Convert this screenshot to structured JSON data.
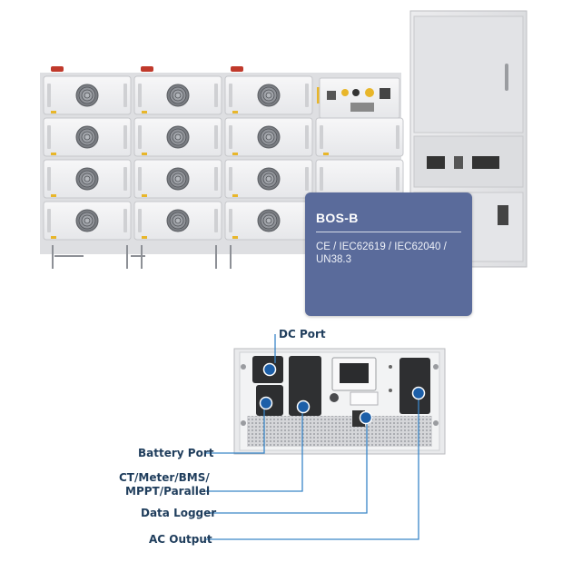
{
  "product": {
    "model": "BOS-B",
    "certifications": "CE / IEC62619 / IEC62040 / UN38.3"
  },
  "callouts": {
    "dc_port": "DC Port",
    "battery_port": "Battery Port",
    "ct_meter_line1": "CT/Meter/BMS/",
    "ct_meter_line2": "MPPT/Parallel",
    "data_logger": "Data Logger",
    "ac_output": "AC Output"
  },
  "colors": {
    "card_background": "#5a6b9b",
    "callout_text": "#1f3d5c",
    "callout_line": "#3a86c8",
    "port_marker": "#1d5fa8"
  }
}
